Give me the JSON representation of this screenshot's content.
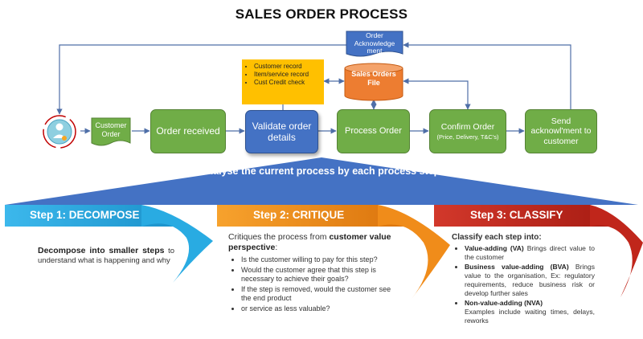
{
  "title": "SALES ORDER PROCESS",
  "process": {
    "customer_order": "Customer Order",
    "order_received": "Order received",
    "validate": "Validate order details",
    "process_order": "Process Order",
    "confirm_order": "Confirm Order",
    "confirm_detail": "(Price, Delivery, T&C's)",
    "send_ack": "Send acknowl'ment to customer",
    "order_ack_doc": "Order Acknowledge ment",
    "sales_orders_file": "Sales Orders File",
    "validation_notes": [
      "Customer record",
      "Item/service record",
      "Cust Credit check"
    ]
  },
  "banner": "Analyse the current process by each process step:",
  "steps": [
    {
      "title": "Step 1: DECOMPOSE",
      "lead_bold": "Decompose into smaller steps",
      "lead_rest": " to understand what is happening and why"
    },
    {
      "title": "Step 2: CRITIQUE",
      "intro": "Critiques the process from ",
      "intro_bold": "customer value perspective",
      "intro_end": ":",
      "bullets": [
        "Is the customer willing to pay for this step?",
        "Would the customer agree that this step is necessary to achieve their goals?",
        "If the step is removed, would the customer see the end product",
        "or service as less valuable?"
      ]
    },
    {
      "title": "Step 3: CLASSIFY",
      "intro": "Classify each step into:",
      "items": [
        {
          "bold": "Value-adding (VA)",
          "text": " Brings direct value to the customer"
        },
        {
          "bold": "Business value-adding (BVA)",
          "text": " Brings value to the organisation, Ex: regulatory requirements, reduce business risk or develop further sales"
        },
        {
          "bold": "Non-value-adding (NVA)",
          "text": "",
          "sub": "Examples include waiting times, delays, reworks"
        }
      ]
    }
  ],
  "icons": {
    "customer": "customer-person-icon"
  },
  "colors": {
    "process_green": "#70ad47",
    "validate_blue": "#4472c4",
    "note_yellow": "#ffc000",
    "db_orange": "#ed7d31",
    "banner_blue": "#4472c4",
    "step1": "#29abe2",
    "step2": "#f08c1a",
    "step3": "#c0261b"
  }
}
